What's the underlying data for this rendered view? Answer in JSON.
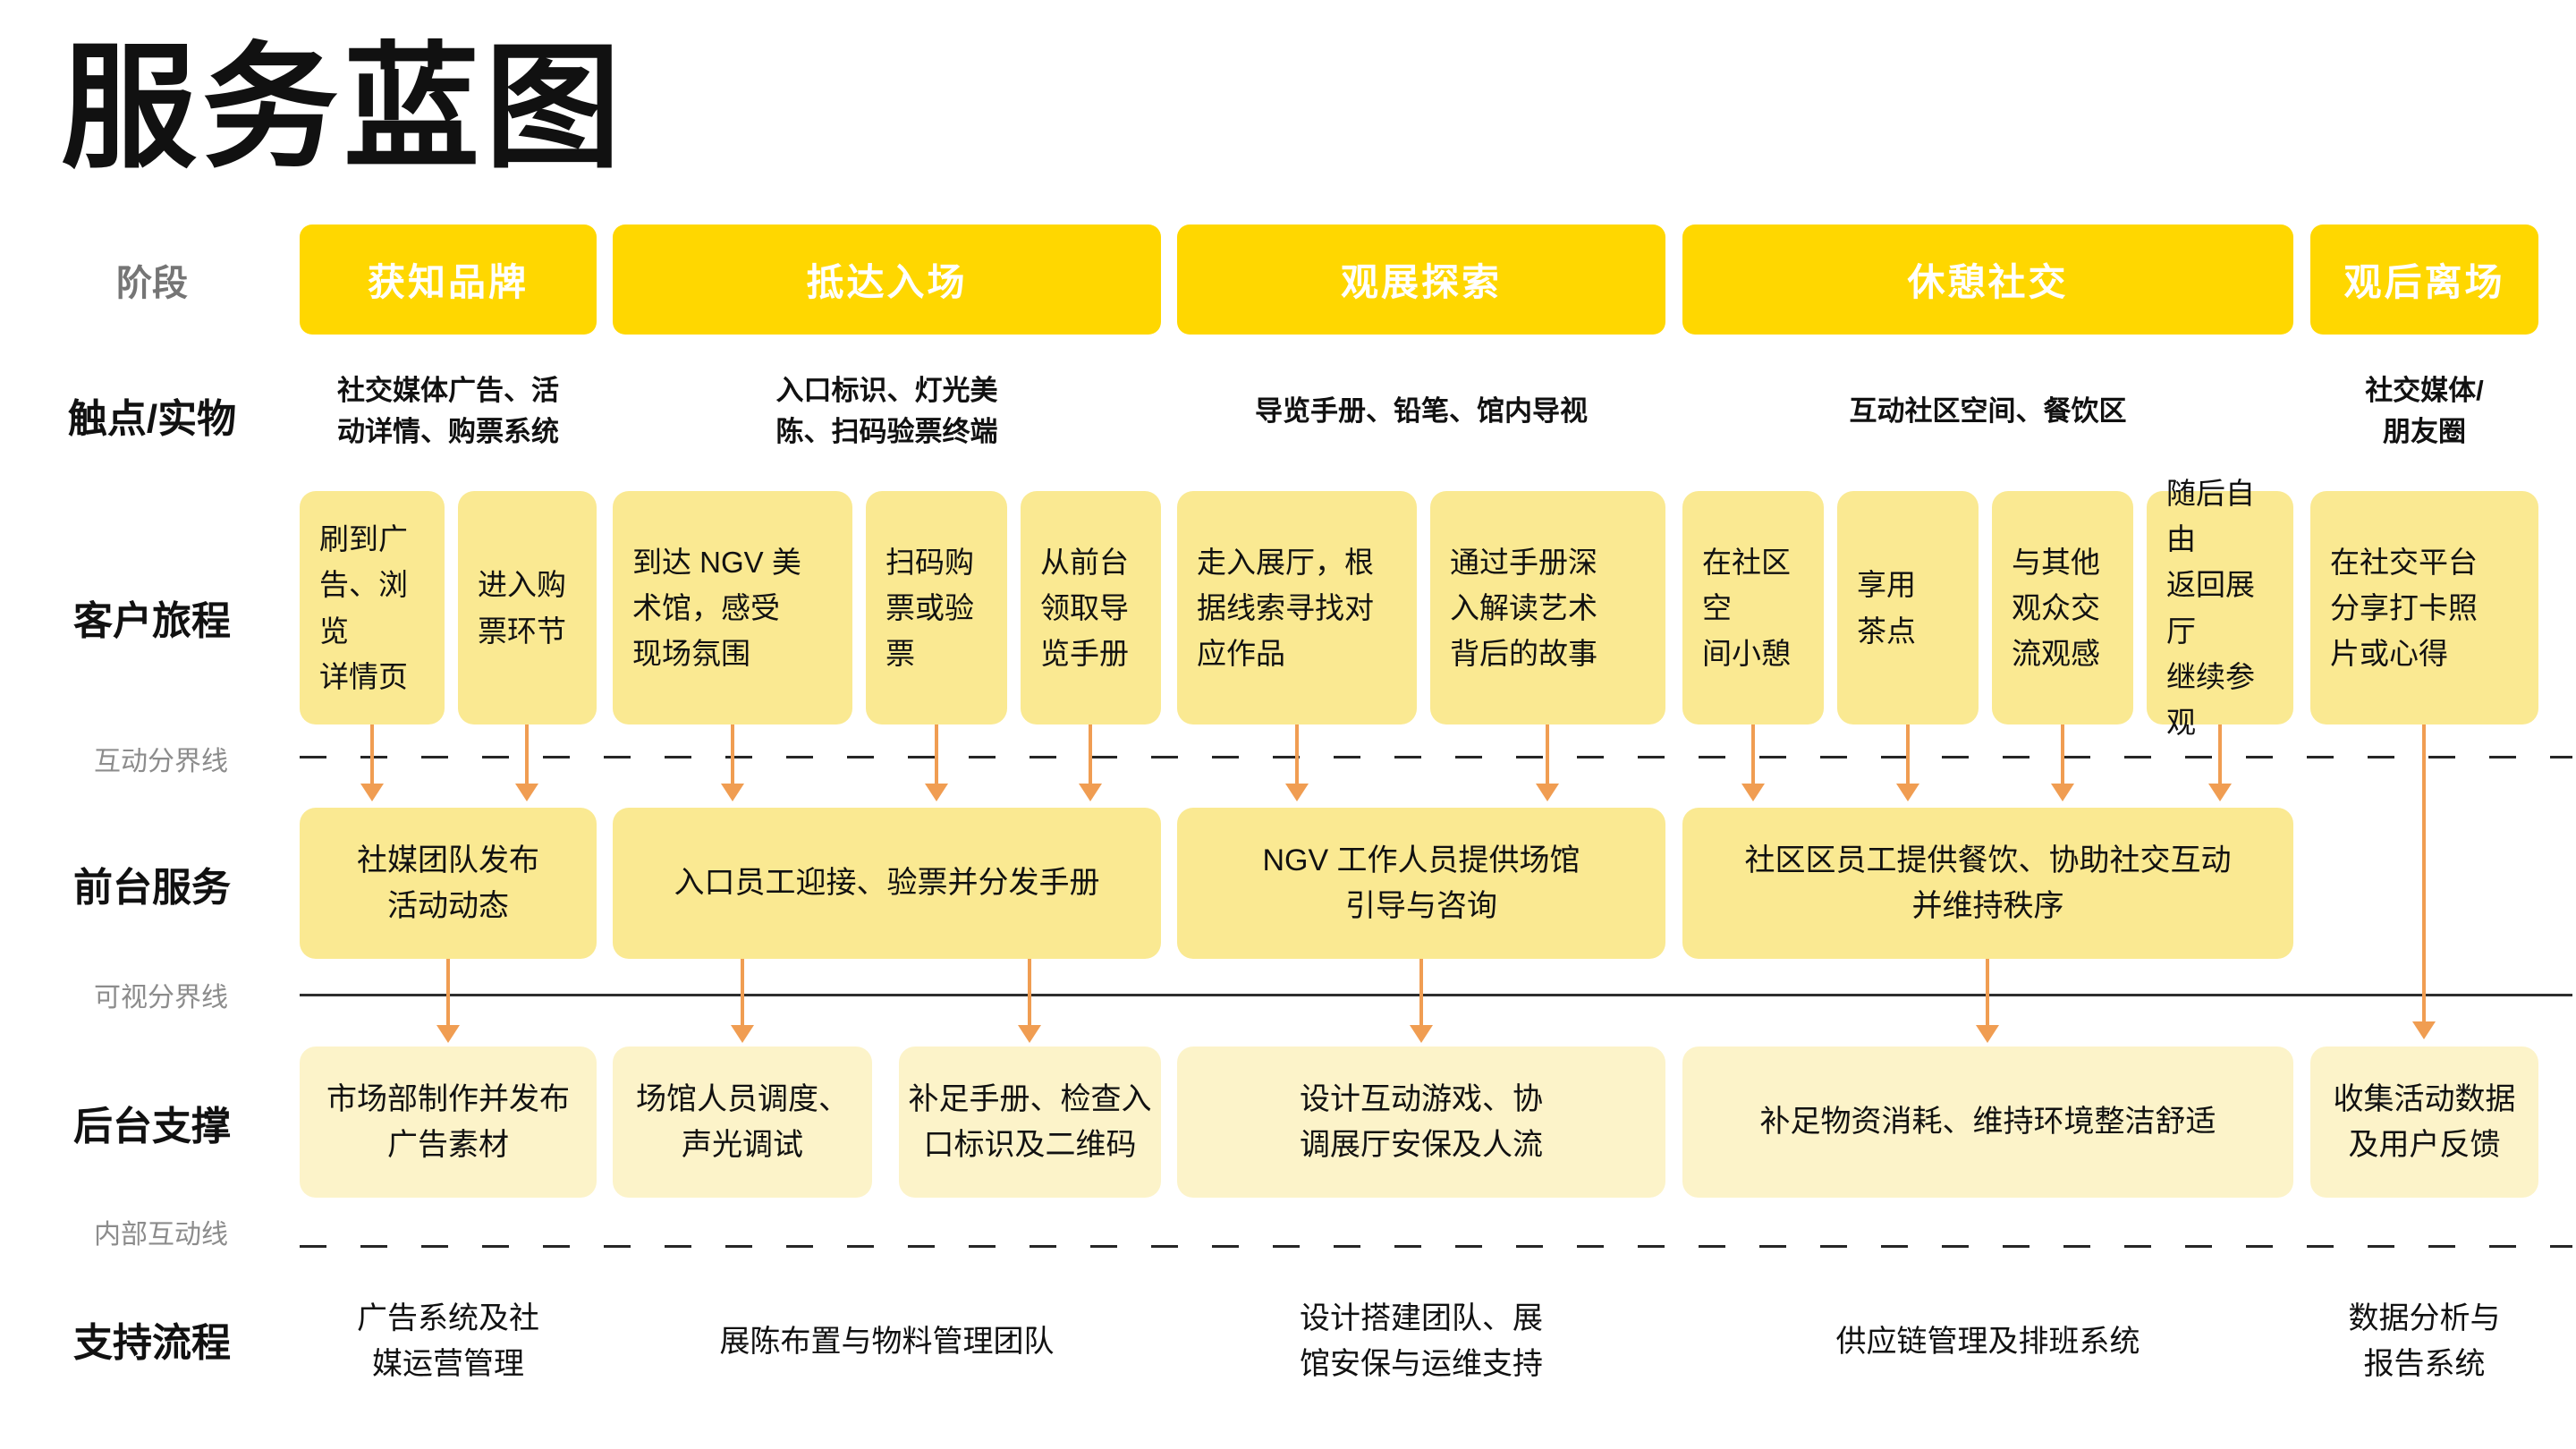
{
  "title": "服务蓝图",
  "row_labels": {
    "stage": "阶段",
    "touchpoints": "触点/实物",
    "journey": "客户旅程",
    "frontstage": "前台服务",
    "backstage": "后台支撑",
    "support": "支持流程"
  },
  "divider_labels": {
    "interaction": "互动分界线",
    "visibility": "可视分界线",
    "internal": "内部互动线"
  },
  "stages": [
    {
      "label": "获知品牌",
      "touchpoints": "社交媒体广告、活\n动详情、购票系统"
    },
    {
      "label": "抵达入场",
      "touchpoints": "入口标识、灯光美\n陈、扫码验票终端"
    },
    {
      "label": "观展探索",
      "touchpoints": "导览手册、铅笔、馆内导视"
    },
    {
      "label": "休憩社交",
      "touchpoints": "互动社区空间、餐饮区"
    },
    {
      "label": "观后离场",
      "touchpoints": "社交媒体/\n朋友圈"
    }
  ],
  "journey_cards": [
    "刷到广\n告、浏览\n详情页",
    "进入购\n票环节",
    "到达 NGV 美\n术馆，感受\n现场氛围",
    "扫码购\n票或验\n票",
    "从前台\n领取导\n览手册",
    "走入展厅，根\n据线索寻找对\n应作品",
    "通过手册深\n入解读艺术\n背后的故事",
    "在社区空\n间小憩",
    "享用\n茶点",
    "与其他\n观众交\n流观感",
    "随后自由\n返回展厅\n继续参观",
    "在社交平台\n分享打卡照\n片或心得"
  ],
  "frontstage_cards": [
    "社媒团队发布\n活动动态",
    "入口员工迎接、验票并分发手册",
    "NGV 工作人员提供场馆\n引导与咨询",
    "社区区员工提供餐饮、协助社交互动\n并维持秩序"
  ],
  "backstage_cards": [
    "市场部制作并发布\n广告素材",
    "场馆人员调度、\n声光调试",
    "补足手册、检查入\n口标识及二维码",
    "设计互动游戏、协\n调展厅安保及人流",
    "补足物资消耗、维持环境整洁舒适",
    "收集活动数据\n及用户反馈"
  ],
  "support_items": [
    "广告系统及社\n媒运营管理",
    "展陈布置与物料管理团队",
    "设计搭建团队、展\n馆安保与运维支持",
    "供应链管理及排班系统",
    "数据分析与\n报告系统"
  ],
  "colors": {
    "stage_header": "#FFD700",
    "journey_card": "#FAE992",
    "backstage_card": "#FCF3C9",
    "arrow": "#F09D52",
    "divider_label": "#8C8C8C"
  }
}
